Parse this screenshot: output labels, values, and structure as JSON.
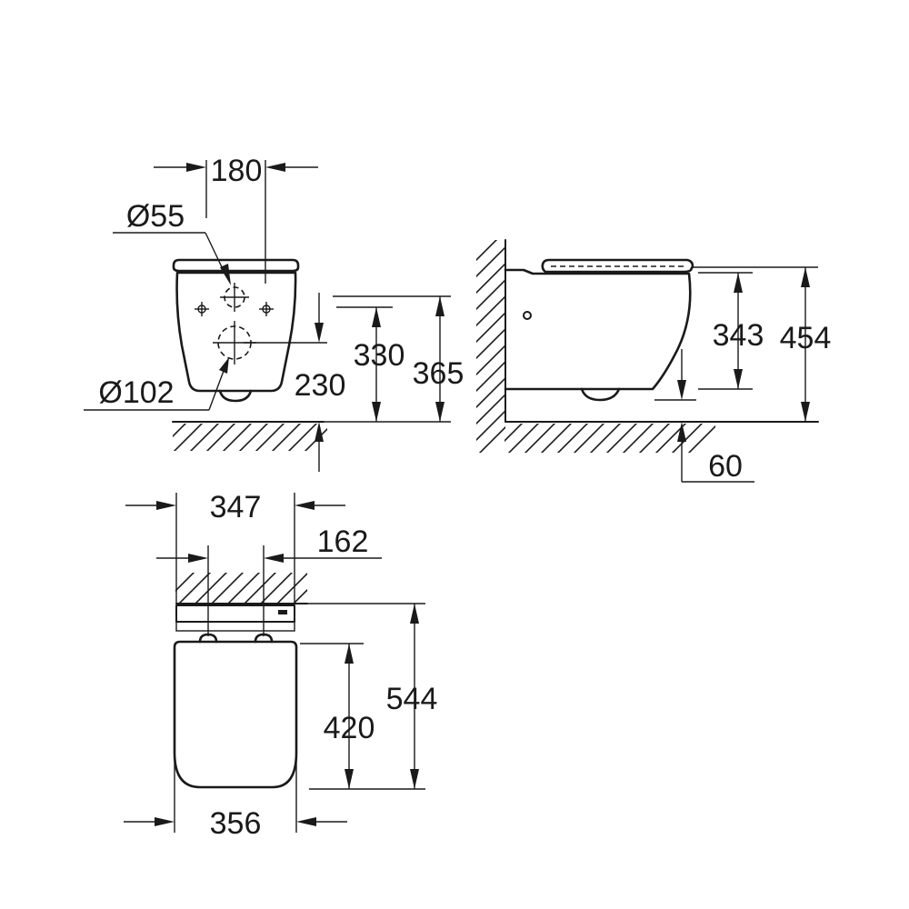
{
  "front_view": {
    "dim_top_width": "180",
    "dim_small_hole": "Ø55",
    "dim_large_hole": "Ø102",
    "dim_230": "230",
    "dim_330": "330",
    "dim_365": "365"
  },
  "side_view": {
    "dim_343": "343",
    "dim_454": "454",
    "dim_60": "60"
  },
  "top_view": {
    "dim_347": "347",
    "dim_162": "162",
    "dim_544": "544",
    "dim_420": "420",
    "dim_356": "356"
  }
}
